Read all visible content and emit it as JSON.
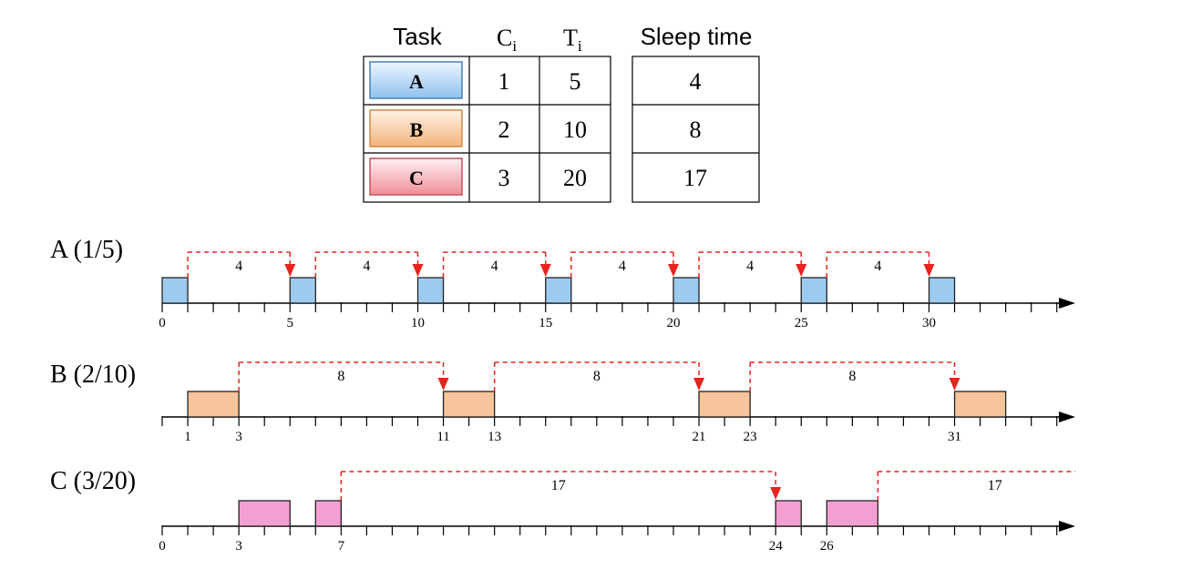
{
  "table": {
    "headers": {
      "task": "Task",
      "c_base": "C",
      "c_sub": "i",
      "t_base": "T",
      "t_sub": "i",
      "sleep": "Sleep time"
    },
    "rows": [
      {
        "task": "A",
        "c": "1",
        "t": "5",
        "sleep": "4"
      },
      {
        "task": "B",
        "c": "2",
        "t": "10",
        "sleep": "8"
      },
      {
        "task": "C",
        "c": "3",
        "t": "20",
        "sleep": "17"
      }
    ]
  },
  "colors": {
    "A": {
      "fill": "#9dcbf0",
      "stroke": "#3b6ea5"
    },
    "B": {
      "fill": "#f5c49a",
      "stroke": "#c8793a"
    },
    "C": {
      "fill": "#f49fd2",
      "stroke": "#c0507f"
    },
    "sleep_line": "#e8231e",
    "axis": "#000000"
  },
  "timelines": [
    {
      "label": "A (1/5)",
      "jobs": [
        [
          0,
          1
        ],
        [
          5,
          6
        ],
        [
          10,
          11
        ],
        [
          15,
          16
        ],
        [
          20,
          21
        ],
        [
          25,
          26
        ],
        [
          30,
          31
        ]
      ],
      "tick_labels": [
        "0",
        "5",
        "10",
        "15",
        "20",
        "25",
        "30"
      ],
      "tick_values": [
        0,
        5,
        10,
        15,
        20,
        25,
        30
      ],
      "sleeps": [
        {
          "from": 1,
          "to": 5,
          "label": "4"
        },
        {
          "from": 6,
          "to": 10,
          "label": "4"
        },
        {
          "from": 11,
          "to": 15,
          "label": "4"
        },
        {
          "from": 16,
          "to": 20,
          "label": "4"
        },
        {
          "from": 21,
          "to": 25,
          "label": "4"
        },
        {
          "from": 26,
          "to": 30,
          "label": "4"
        }
      ]
    },
    {
      "label": "B (2/10)",
      "jobs": [
        [
          1,
          3
        ],
        [
          11,
          13
        ],
        [
          21,
          23
        ],
        [
          31,
          33
        ]
      ],
      "tick_labels": [
        "1",
        "3",
        "11",
        "13",
        "21",
        "23",
        "31"
      ],
      "tick_values": [
        1,
        3,
        11,
        13,
        21,
        23,
        31
      ],
      "sleeps": [
        {
          "from": 3,
          "to": 11,
          "label": "8"
        },
        {
          "from": 13,
          "to": 21,
          "label": "8"
        },
        {
          "from": 23,
          "to": 31,
          "label": "8"
        }
      ]
    },
    {
      "label": "C (3/20)",
      "jobs": [
        [
          3,
          5
        ],
        [
          6,
          7
        ],
        [
          24,
          25
        ],
        [
          26,
          28
        ]
      ],
      "tick_labels": [
        "0",
        "3",
        "7",
        "24",
        "26"
      ],
      "tick_values": [
        0,
        3,
        7,
        24,
        26
      ],
      "sleeps": [
        {
          "from": 7,
          "to": 24,
          "label": "17"
        },
        {
          "from": 28,
          "to": null,
          "label": "17"
        }
      ]
    }
  ]
}
